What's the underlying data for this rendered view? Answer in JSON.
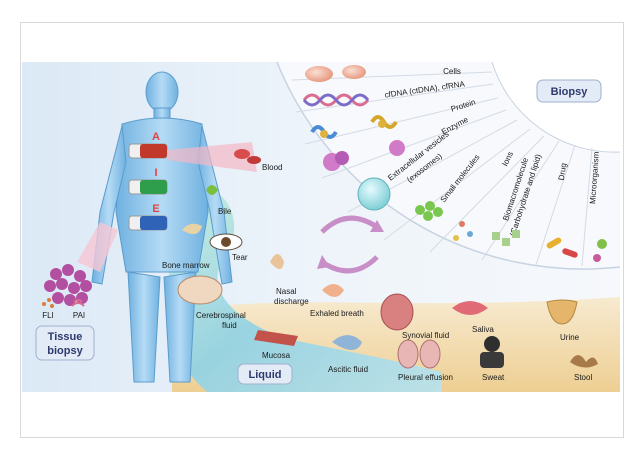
{
  "panels": {
    "tissue": "Tissue\nbiopsy",
    "tissue_line1": "Tissue",
    "tissue_line2": "biopsy",
    "liquid": "Liquid",
    "biopsy": "Biopsy"
  },
  "tissue_methods": [
    "FLI",
    "PAI"
  ],
  "tube_letters": [
    "A",
    "I",
    "E"
  ],
  "biomarkers": [
    "Cells",
    "cfDNA (ctDNA), cfRNA",
    "Protein",
    "Enzyme",
    "Extracellular vesicles\n(exosomes)",
    "Small molecules",
    "Ions",
    "Biomacromolecule\n(Carbohydrate and lipid)",
    "Drug",
    "Microorganism"
  ],
  "fluids": {
    "blood": "Blood",
    "bile": "Bile",
    "bone_marrow": "Bone marrow",
    "tear": "Tear",
    "nasal": "Nasal\ndischarge",
    "nasal_1": "Nasal",
    "nasal_2": "discharge",
    "csf_1": "Cerebrospinal",
    "csf_2": "fluid",
    "exhaled": "Exhaled breath",
    "synovial": "Synovial fluid",
    "saliva": "Saliva",
    "urine": "Urine",
    "mucosa": "Mucosa",
    "ascitic": "Ascitic fluid",
    "pleural": "Pleural effusion",
    "sweat": "Sweat",
    "stool": "Stool"
  },
  "colors": {
    "body": "#8cc4ea",
    "wave": "#9fd9e8",
    "fan": "#eef3f8",
    "sand": "#f3dcae",
    "title": "#2e3a6e",
    "tube_red": "#c0392b",
    "tube_green": "#2e9e4d",
    "tube_blue": "#2f63b8"
  }
}
